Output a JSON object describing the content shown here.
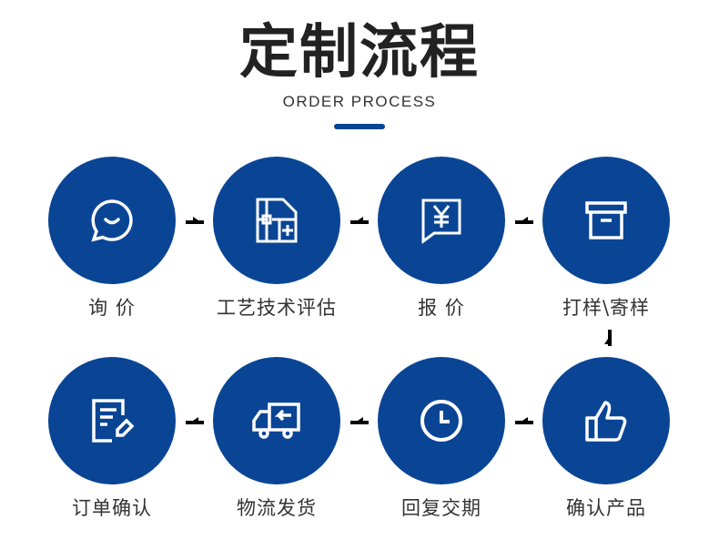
{
  "header": {
    "title": "定制流程",
    "subtitle": "ORDER PROCESS"
  },
  "steps": [
    {
      "label": "询 价",
      "icon": "chat-bubble-icon"
    },
    {
      "label": "工艺技术评估",
      "icon": "floor-plan-icon"
    },
    {
      "label": "报 价",
      "icon": "yen-quote-icon"
    },
    {
      "label": "打样\\寄样",
      "icon": "box-icon"
    },
    {
      "label": "确认产品",
      "icon": "thumbs-up-icon"
    },
    {
      "label": "回复交期",
      "icon": "clock-icon"
    },
    {
      "label": "物流发货",
      "icon": "truck-icon"
    },
    {
      "label": "订单确认",
      "icon": "order-form-icon"
    }
  ],
  "colors": {
    "accent": "#0a4595"
  }
}
